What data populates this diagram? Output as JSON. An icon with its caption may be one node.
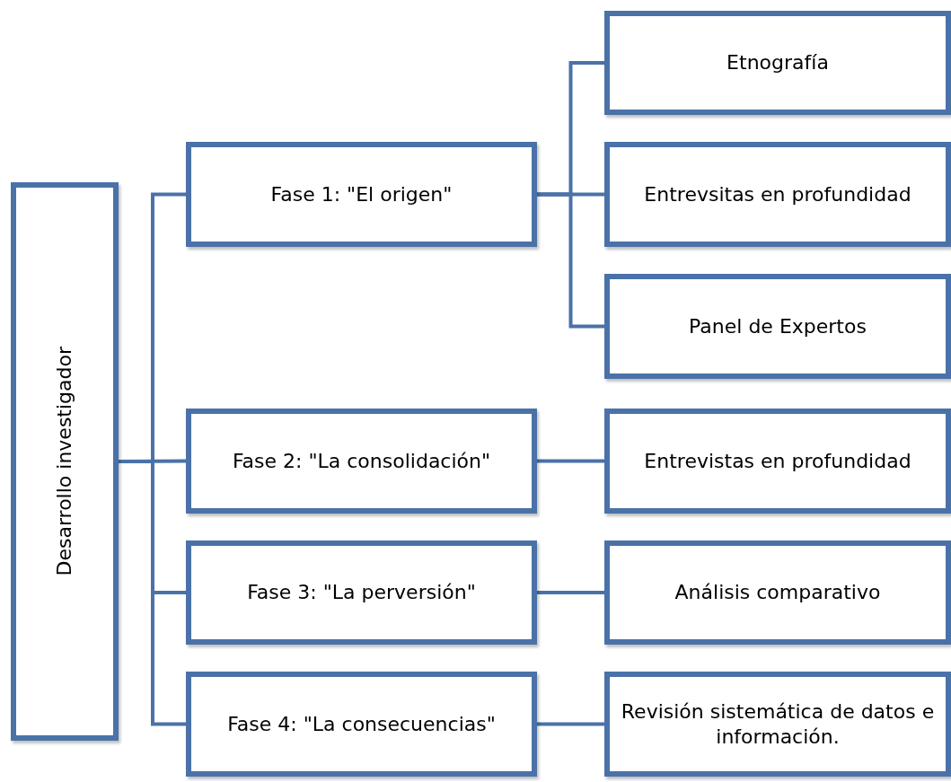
{
  "diagram": {
    "nodes": [
      {
        "text": [
          "Desarrollo investigador"
        ]
      },
      {
        "text": [
          "Fase 1: \"El origen\""
        ]
      },
      {
        "text": [
          "Etnografía"
        ]
      },
      {
        "text": [
          "Entrevsitas en profundidad"
        ]
      },
      {
        "text": [
          "Panel de Expertos"
        ]
      },
      {
        "text": [
          "Fase 2: \"La consolidación\""
        ]
      },
      {
        "text": [
          "Entrevistas en profundidad"
        ]
      },
      {
        "text": [
          "Fase 3: \"La perversión\""
        ]
      },
      {
        "text": [
          "Análisis comparativo"
        ]
      },
      {
        "text": [
          "Fase 4: \"La consecuencias\""
        ]
      },
      {
        "text": [
          "Revisión sistemática de datos e información."
        ]
      }
    ],
    "edges": [
      {
        "from": 0,
        "to": 1,
        "arrow": "none"
      },
      {
        "from": 0,
        "to": 5,
        "arrow": "none"
      },
      {
        "from": 0,
        "to": 7,
        "arrow": "none"
      },
      {
        "from": 0,
        "to": 9,
        "arrow": "none"
      },
      {
        "from": 1,
        "to": 2,
        "arrow": "none"
      },
      {
        "from": 1,
        "to": 3,
        "arrow": "none"
      },
      {
        "from": 1,
        "to": 4,
        "arrow": "none"
      },
      {
        "from": 5,
        "to": 6,
        "arrow": "none"
      },
      {
        "from": 7,
        "to": 8,
        "arrow": "none"
      },
      {
        "from": 9,
        "to": 10,
        "arrow": "none"
      }
    ]
  }
}
